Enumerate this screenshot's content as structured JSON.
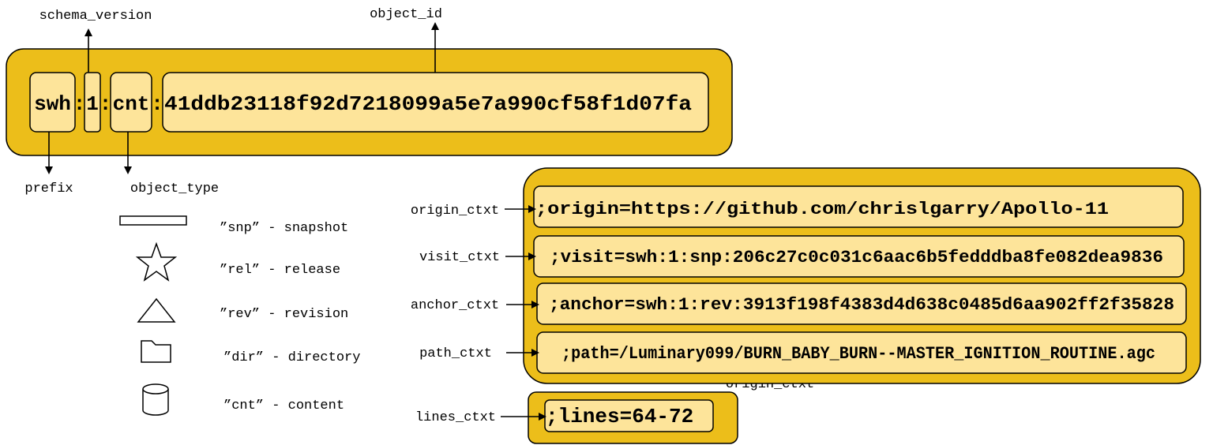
{
  "swhid": {
    "prefix": "swh",
    "sep": ":",
    "version": "1",
    "type": "cnt",
    "id": "41ddb23118f92d7218099a5e7a990cf58f1d07fa"
  },
  "labels": {
    "schema_version": "schema_version",
    "object_id": "object_id",
    "prefix": "prefix",
    "object_type": "object_type"
  },
  "legend": [
    {
      "shape": "rectangle",
      "text": "”snp” - snapshot"
    },
    {
      "shape": "star",
      "text": "”rel” - release"
    },
    {
      "shape": "triangle",
      "text": "”rev” - revision"
    },
    {
      "shape": "folder",
      "text": "”dir” - directory"
    },
    {
      "shape": "cylinder",
      "text": "”cnt” - content"
    }
  ],
  "qualifiers": [
    {
      "label": "origin_ctxt",
      "value": ";origin=https://github.com/chrislgarry/Apollo-11"
    },
    {
      "label": "visit_ctxt",
      "value": ";visit=swh:1:snp:206c27c0c031c6aac6b5fedddba8fe082dea9836"
    },
    {
      "label": "anchor_ctxt",
      "value": ";anchor=swh:1:rev:3913f198f4383d4d638c0485d6aa902ff2f35828"
    },
    {
      "label": "path_ctxt",
      "value": ";path=/Luminary099/BURN_BABY_BURN--MASTER_IGNITION_ROUTINE.agc"
    }
  ],
  "lines": {
    "label": "lines_ctxt",
    "value": ";lines=64-72"
  },
  "overlap_text": "origin_ctxt"
}
